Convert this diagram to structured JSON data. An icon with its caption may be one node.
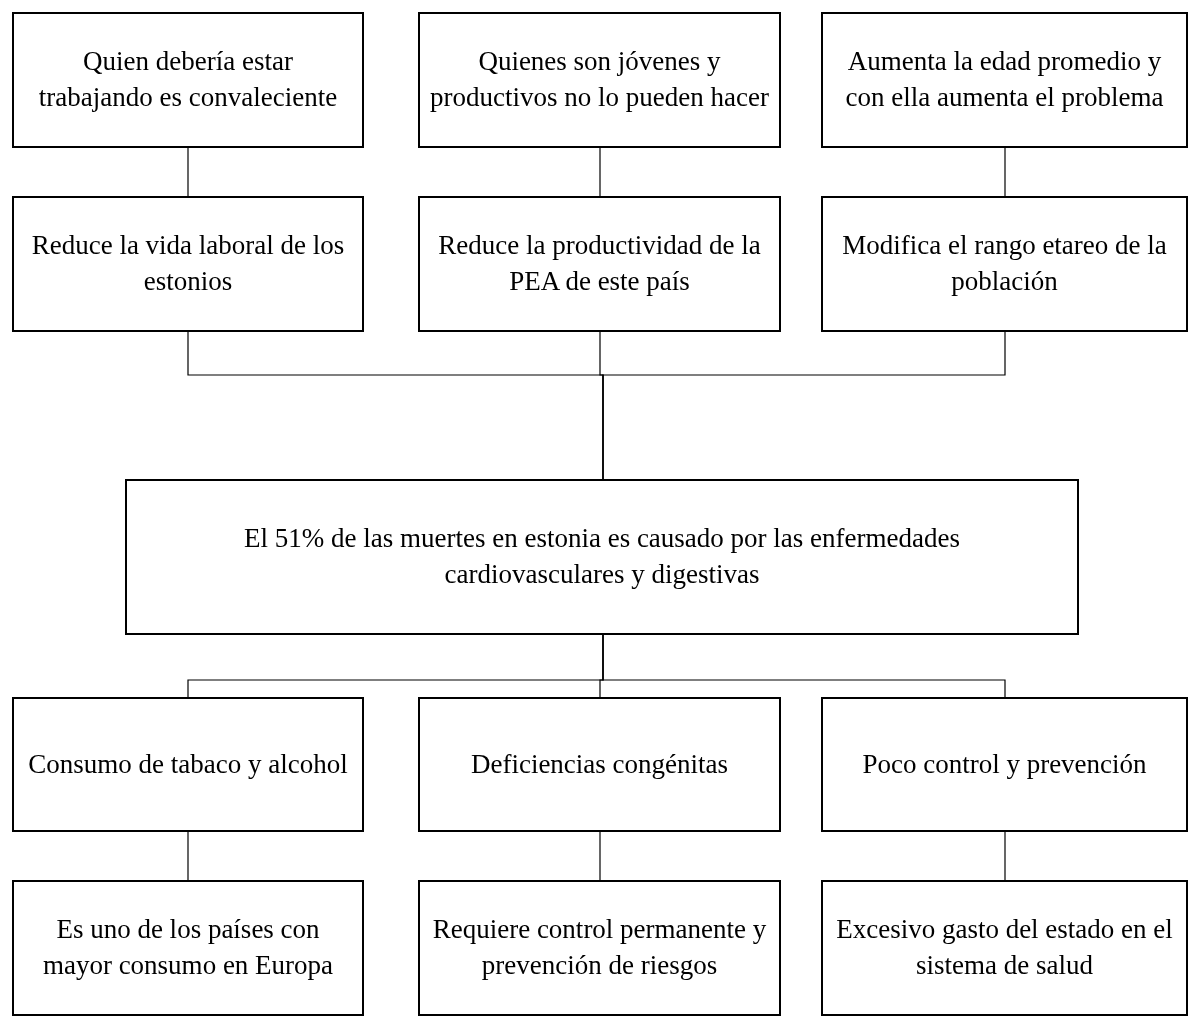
{
  "diagram": {
    "nodes": [
      {
        "text": [
          "Quien debería estar trabajando es convaleciente"
        ]
      },
      {
        "text": [
          "Quienes son jóvenes y productivos no lo pueden hacer"
        ]
      },
      {
        "text": [
          "Aumenta la edad promedio y con ella aumenta el problema"
        ]
      },
      {
        "text": [
          "Reduce la vida laboral de los estonios"
        ]
      },
      {
        "text": [
          "Reduce la productividad de la PEA de este país"
        ]
      },
      {
        "text": [
          "Modifica el rango etareo de la población"
        ]
      },
      {
        "text": [
          "El 51% de las muertes en estonia es causado por las enfermedades cardiovasculares y digestivas"
        ]
      },
      {
        "text": [
          "Consumo de tabaco y alcohol"
        ]
      },
      {
        "text": [
          "Deficiencias congénitas"
        ]
      },
      {
        "text": [
          "Poco control y prevención"
        ]
      },
      {
        "text": [
          "Es uno de los países con mayor consumo en Europa"
        ]
      },
      {
        "text": [
          "Requiere control permanente y prevención de riesgos"
        ]
      },
      {
        "text": [
          "Excesivo gasto del estado en el sistema de salud"
        ]
      }
    ],
    "edges": [
      {
        "from": 0,
        "to": 3,
        "arrow": "none"
      },
      {
        "from": 1,
        "to": 4,
        "arrow": "none"
      },
      {
        "from": 2,
        "to": 5,
        "arrow": "none"
      },
      {
        "from": 3,
        "to": 6,
        "arrow": "none"
      },
      {
        "from": 4,
        "to": 6,
        "arrow": "none"
      },
      {
        "from": 5,
        "to": 6,
        "arrow": "none"
      },
      {
        "from": 6,
        "to": 7,
        "arrow": "none"
      },
      {
        "from": 6,
        "to": 8,
        "arrow": "none"
      },
      {
        "from": 6,
        "to": 9,
        "arrow": "none"
      },
      {
        "from": 7,
        "to": 10,
        "arrow": "none"
      },
      {
        "from": 8,
        "to": 11,
        "arrow": "none"
      },
      {
        "from": 9,
        "to": 12,
        "arrow": "none"
      }
    ]
  }
}
